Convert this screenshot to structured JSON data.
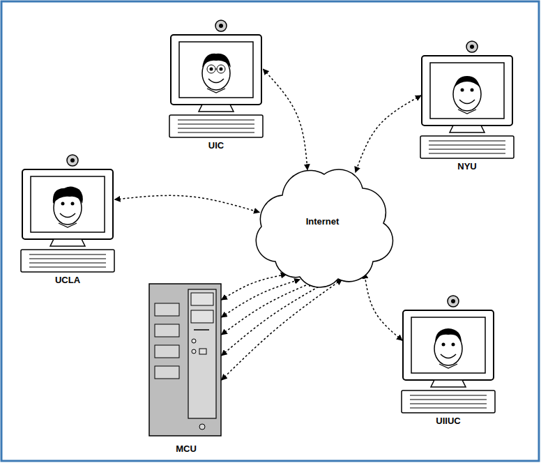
{
  "diagram": {
    "nodes": [
      {
        "text": [
          "UIC"
        ]
      },
      {
        "text": [
          "NYU"
        ]
      },
      {
        "text": [
          "UCLA"
        ]
      },
      {
        "text": [
          "Internet"
        ]
      },
      {
        "text": [
          "MCU"
        ]
      },
      {
        "text": [
          "UIIUC"
        ]
      }
    ],
    "edges": [
      {
        "from": 0,
        "to": 3,
        "arrow": "both"
      },
      {
        "from": 1,
        "to": 3,
        "arrow": "both"
      },
      {
        "from": 2,
        "to": 3,
        "arrow": "both"
      },
      {
        "from": 5,
        "to": 3,
        "arrow": "both"
      },
      {
        "from": 4,
        "to": 3,
        "arrow": "both"
      },
      {
        "from": 4,
        "to": 3,
        "arrow": "both"
      },
      {
        "from": 4,
        "to": 3,
        "arrow": "both"
      },
      {
        "from": 4,
        "to": 3,
        "arrow": "both"
      },
      {
        "from": 4,
        "to": 3,
        "arrow": "both"
      }
    ]
  }
}
